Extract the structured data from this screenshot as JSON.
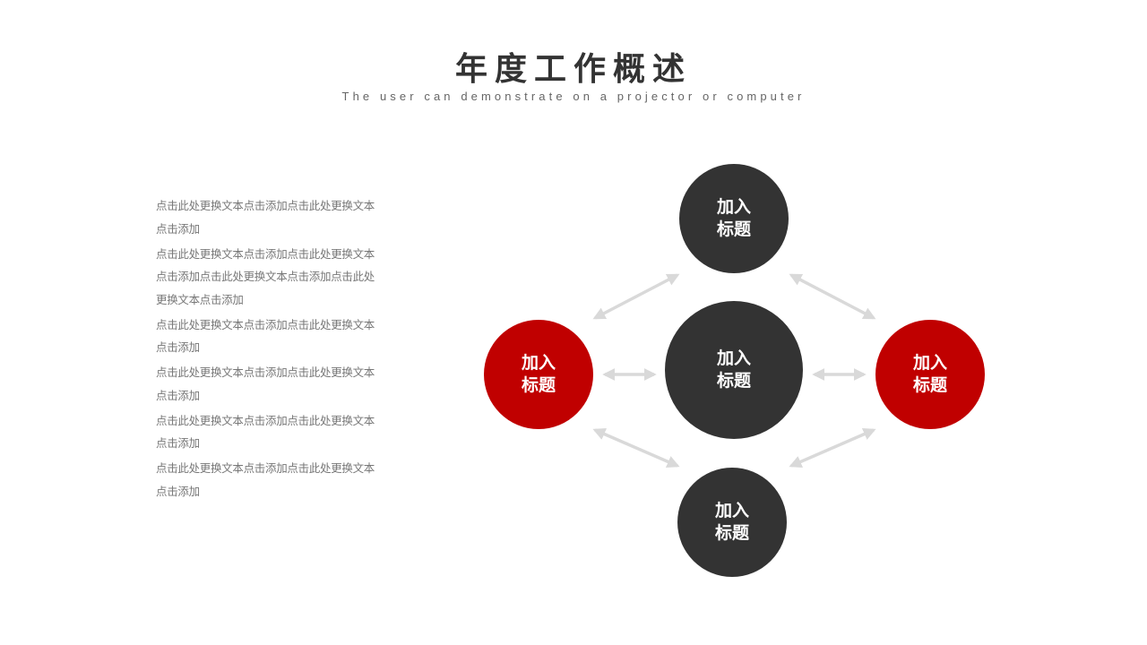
{
  "header": {
    "title": "年度工作概述",
    "subtitle": "The user can demonstrate on a projector or computer"
  },
  "paragraphs": [
    "点击此处更换文本点击添加点击此处更换文本点击添加",
    "点击此处更换文本点击添加点击此处更换文本点击添加点击此处更换文本点击添加点击此处更换文本点击添加",
    "点击此处更换文本点击添加点击此处更换文本点击添加",
    "点击此处更换文本点击添加点击此处更换文本点击添加",
    "点击此处更换文本点击添加点击此处更换文本点击添加",
    "点击此处更换文本点击添加点击此处更换文本点击添加"
  ],
  "diagram": {
    "center": {
      "line1": "加入",
      "line2": "标题"
    },
    "top": {
      "line1": "加入",
      "line2": "标题"
    },
    "bottom": {
      "line1": "加入",
      "line2": "标题"
    },
    "left": {
      "line1": "加入",
      "line2": "标题"
    },
    "right": {
      "line1": "加入",
      "line2": "标题"
    }
  },
  "colors": {
    "dark": "#333333",
    "accent": "#c00000",
    "arrow": "#d9d9d9"
  }
}
